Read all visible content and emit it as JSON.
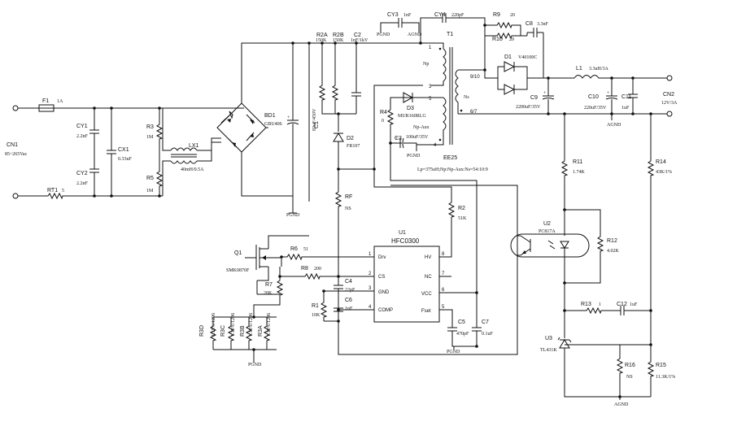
{
  "input": {
    "connector": "CN1",
    "voltage": "85~265Vac"
  },
  "fuse": {
    "ref": "F1",
    "val": "1A"
  },
  "rt1": {
    "ref": "RT1",
    "val": "5"
  },
  "cy1": {
    "ref": "CY1",
    "val": "2.2nF"
  },
  "cy2": {
    "ref": "CY2",
    "val": "2.2nF"
  },
  "cx1": {
    "ref": "CX1",
    "val": "0.33uF"
  },
  "r3": {
    "ref": "R3",
    "val": "1M"
  },
  "r5": {
    "ref": "R5",
    "val": "1M"
  },
  "lx1": {
    "ref": "LX1",
    "val": "40mH/0.5A"
  },
  "bd1": {
    "ref": "BD1",
    "val": "GBU406"
  },
  "c1": {
    "ref": "C1",
    "val": "82uF/450V"
  },
  "pgnd": "PGND",
  "agnd": "AGND",
  "r2a": {
    "ref": "R2A",
    "val": "150K"
  },
  "r2b": {
    "ref": "R2B",
    "val": "150K"
  },
  "c2": {
    "ref": "C2",
    "val": "1nF/1kV"
  },
  "d2": {
    "ref": "D2",
    "val": "FR107"
  },
  "cy3": {
    "ref": "CY3",
    "val": "1nF"
  },
  "cy4": {
    "ref": "CY4",
    "val": "220pF"
  },
  "t1": {
    "ref": "T1",
    "np": "Np",
    "ns": "Ns",
    "naux": "Np-Aux",
    "pin1": "1",
    "pin3": "3",
    "pin5": "5",
    "pin4": "4",
    "pin910": "9/10",
    "pin67": "6/7",
    "core": "EE25",
    "spec": "Lp=375uH;Np:Np-Aux:Ns=54:10:9"
  },
  "r9": {
    "ref": "R9",
    "val": "20"
  },
  "r10": {
    "ref": "R10",
    "val": "20"
  },
  "c8": {
    "ref": "C8",
    "val": "3.3nF"
  },
  "d1": {
    "ref": "D1",
    "val": "V40100C"
  },
  "l1": {
    "ref": "L1",
    "val": "3.3uH/3A"
  },
  "c9": {
    "ref": "C9",
    "val": "2200uF/35V"
  },
  "c10": {
    "ref": "C10",
    "val": "220uF/35V"
  },
  "c11": {
    "ref": "C11",
    "val": "1uF"
  },
  "output": {
    "connector": "CN2",
    "voltage": "12V/3A"
  },
  "r4": {
    "ref": "R4",
    "val": "0"
  },
  "d3": {
    "ref": "D3",
    "val": "MUR160RLG"
  },
  "c3": {
    "ref": "C3",
    "val": "100uF/35V"
  },
  "rf": {
    "ref": "RF",
    "val": "NS"
  },
  "r2": {
    "ref": "R2",
    "val": "51K"
  },
  "r11": {
    "ref": "R11",
    "val": "1.74K"
  },
  "r14": {
    "ref": "R14",
    "val": "43K/1%"
  },
  "u2": {
    "ref": "U2",
    "val": "PC817A"
  },
  "r12": {
    "ref": "R12",
    "val": "4.02K"
  },
  "q1": {
    "ref": "Q1",
    "val": "SMK0870F"
  },
  "r6": {
    "ref": "R6",
    "val": "51"
  },
  "r8": {
    "ref": "R8",
    "val": "200"
  },
  "r7": {
    "ref": "R7",
    "val": "20K"
  },
  "c4": {
    "ref": "C4",
    "val": "22pF"
  },
  "c6": {
    "ref": "C6",
    "val": "1nF"
  },
  "r1": {
    "ref": "R1",
    "val": "10K"
  },
  "u1": {
    "ref": "U1",
    "val": "HFC0300",
    "pins": {
      "drv": "Drv",
      "cs": "CS",
      "gnd": "GND",
      "comp": "COMP",
      "hv": "HV",
      "nc": "NC",
      "vcc": "VCC",
      "fset": "Fset"
    },
    "nums": {
      "p1": "1",
      "p2": "2",
      "p3": "3",
      "p4": "4",
      "p5": "5",
      "p6": "6",
      "p7": "7",
      "p8": "8"
    }
  },
  "c5": {
    "ref": "C5",
    "val": "470pF"
  },
  "c7": {
    "ref": "C7",
    "val": "0.1uF"
  },
  "r3d": {
    "ref": "R3D",
    "val": "1.15%/1206"
  },
  "r3c": {
    "ref": "R3C",
    "val": "1.15%/1206"
  },
  "r3b": {
    "ref": "R3B",
    "val": "1.15%/1206"
  },
  "r3a": {
    "ref": "R3A",
    "val": "1.15%/1206"
  },
  "r13": {
    "ref": "R13",
    "val": "1"
  },
  "c12": {
    "ref": "C12",
    "val": "1uF"
  },
  "u3": {
    "ref": "U3",
    "val": "TL431K"
  },
  "r16": {
    "ref": "R16",
    "val": "NS"
  },
  "r15": {
    "ref": "R15",
    "val": "11.3K/1%"
  }
}
